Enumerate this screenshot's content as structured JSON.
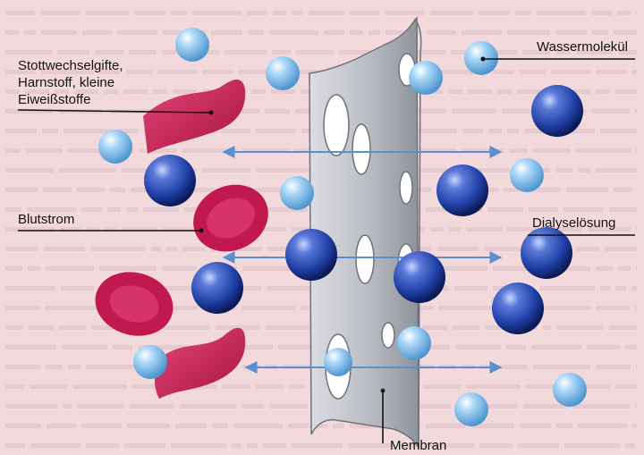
{
  "labels": {
    "toxins_line1": "Stottwechselgifte,",
    "toxins_line2": "Harnstoff, kleine",
    "toxins_line3": "Eiweißstoffe",
    "blood": "Blutstrom",
    "water": "Wassermolekül",
    "dialysate": "Dialyselösung",
    "membrane": "Membran"
  },
  "colors": {
    "background": "#f2d9dc",
    "membrane": "#b9bcc3",
    "water_molecule": "#8fc6ef",
    "toxin_molecule": "#1f3fa6",
    "blood_cell": "#c1184f",
    "arrow": "#5b8fd0"
  }
}
